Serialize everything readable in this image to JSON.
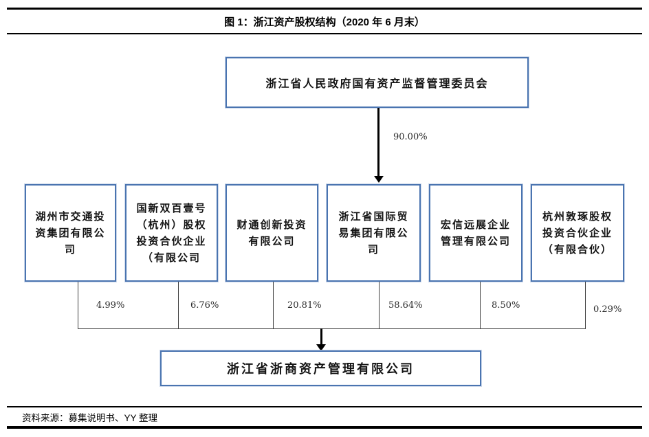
{
  "figure": {
    "title": "图 1：浙江资产股权结构（2020 年 6 月末）",
    "source": "资料来源：募集说明书、YY 整理"
  },
  "diagram": {
    "parent": {
      "name": "浙江省人民政府国有资产监督管理委员会",
      "ownership_pct": "90.00%"
    },
    "shareholders": [
      {
        "name": "湖州市交通投资集团有限公司",
        "pct": "4.99%"
      },
      {
        "name": "国新双百壹号（杭州）股权投资合伙企业（有限公司",
        "pct": "6.76%"
      },
      {
        "name": "财通创新投资有限公司",
        "pct": "20.81%"
      },
      {
        "name": "浙江省国际贸易集团有限公司",
        "pct": "58.64%"
      },
      {
        "name": "宏信远展企业管理有限公司",
        "pct": "8.50%"
      },
      {
        "name": "杭州敦琢股权投资合伙企业（有限合伙）",
        "pct": "0.29%"
      }
    ],
    "company": {
      "name": "浙江省浙商资产管理有限公司"
    }
  },
  "colors": {
    "box_border": "#4a74b0",
    "connector": "#3c3c3c",
    "arrow": "#000000",
    "rule": "#000000"
  }
}
